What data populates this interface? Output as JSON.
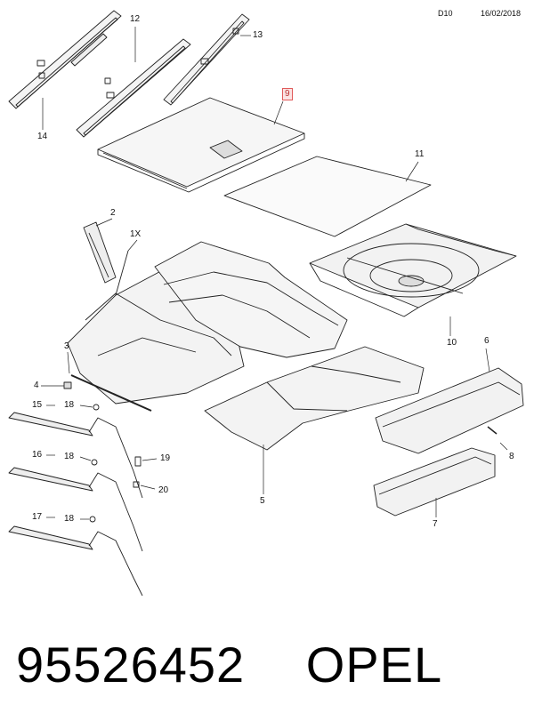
{
  "header": {
    "code": "D10",
    "date": "16/02/2018"
  },
  "callouts": {
    "c1": "1X",
    "c2": "2",
    "c3": "3",
    "c4": "4",
    "c5": "5",
    "c6": "6",
    "c7": "7",
    "c8": "8",
    "c9": "9",
    "c10": "10",
    "c11": "11",
    "c12": "12",
    "c13": "13",
    "c14": "14",
    "c15": "15",
    "c16": "16",
    "c17": "17",
    "c18a": "18",
    "c18b": "18",
    "c18c": "18",
    "c19": "19",
    "c20": "20"
  },
  "footer": {
    "part_number": "95526452",
    "brand": "OPEL"
  }
}
